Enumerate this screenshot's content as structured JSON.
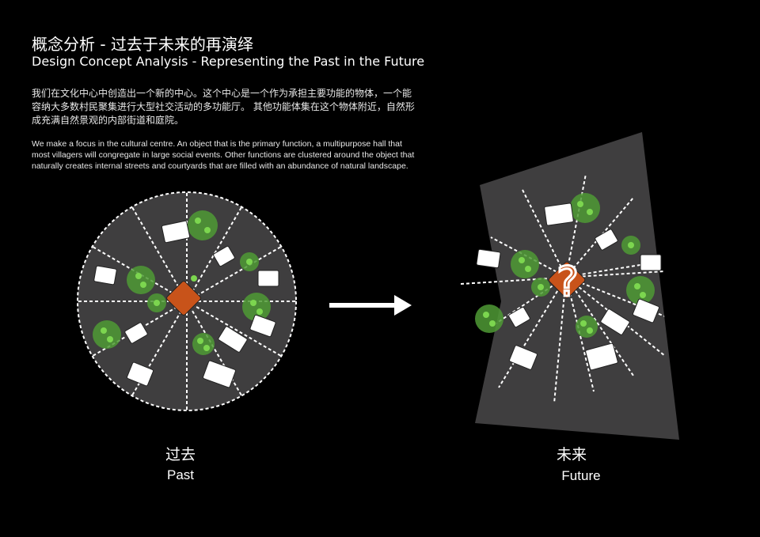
{
  "header": {
    "title_cn": "概念分析 - 过去于未来的再演绎",
    "title_en": "Design Concept Analysis - Representing the Past in the Future"
  },
  "description": {
    "cn": "我们在文化中心中创造出一个新的中心。这个中心是一个作为承担主要功能的物体，一个能容纳大多数村民聚集进行大型社交活动的多功能厅。 其他功能体集在这个物体附近，自然形成充满自然景观的内部街道和庭院。",
    "en": "We make a focus in the cultural centre. An object that is the primary function, a multipurpose hall that most villagers will congregate in large social events. Other functions are clustered around the object that naturally creates internal streets and courtyards that are filled with an abundance of natural landscape."
  },
  "past": {
    "label_cn": "过去",
    "label_en": "Past"
  },
  "future": {
    "label_cn": "未来",
    "label_en": "Future",
    "question_glyph": "?"
  },
  "colors": {
    "background": "#000000",
    "plan_fill": "#3f3e3f",
    "core": "#c8531a",
    "green": "#7cd64f",
    "green_halo": "#4f9a35",
    "white": "#ffffff"
  }
}
